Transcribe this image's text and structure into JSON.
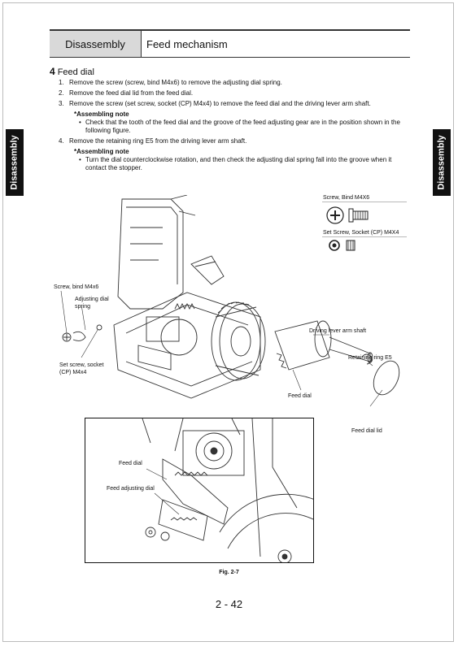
{
  "header": {
    "section": "Disassembly",
    "topic": "Feed mechanism"
  },
  "side_tabs": {
    "left": "Disassembly",
    "right": "Disassembly"
  },
  "section": {
    "number": "4",
    "title": "Feed dial"
  },
  "steps": [
    {
      "num": "1.",
      "text": "Remove the screw (screw, bind M4x6) to remove the adjusting dial spring."
    },
    {
      "num": "2.",
      "text": "Remove the feed dial lid from the feed dial."
    },
    {
      "num": "3.",
      "text": "Remove the screw (set screw, socket (CP) M4x4) to remove the feed dial and the driving lever arm shaft."
    },
    {
      "num": "4.",
      "text": "Remove the retaining ring E5 from the driving lever arm shaft."
    }
  ],
  "notes": [
    {
      "title": "*Assembling note",
      "bullet": "•",
      "text": "Check that the tooth of the feed dial and the groove of the feed adjusting gear are in the position shown in the following figure."
    },
    {
      "title": "*Assembling note",
      "bullet": "•",
      "text": "Turn the dial counterclockwise rotation, and then check the adjusting dial spring fall into the groove when it contact the stopper."
    }
  ],
  "legend": {
    "screw_bind": "Screw, Bind M4X6",
    "set_screw": "Set Screw, Socket (CP) M4X4"
  },
  "labels": {
    "screw_bind": "Screw, bind M4x6",
    "adjusting_spring_1": "Adjusting dial",
    "adjusting_spring_2": "spring",
    "set_screw_1": "Set screw, socket",
    "set_screw_2": "(CP) M4x4",
    "driving_lever": "Driving lever arm shaft",
    "retaining_ring": "Retaining ring E5",
    "feed_dial": "Feed dial",
    "feed_dial_lid": "Feed dial lid",
    "inset_feed_dial": "Feed dial",
    "inset_adjusting": "Feed adjusting dial"
  },
  "figure_caption": "Fig. 2-7",
  "page_number": "2 - 42"
}
